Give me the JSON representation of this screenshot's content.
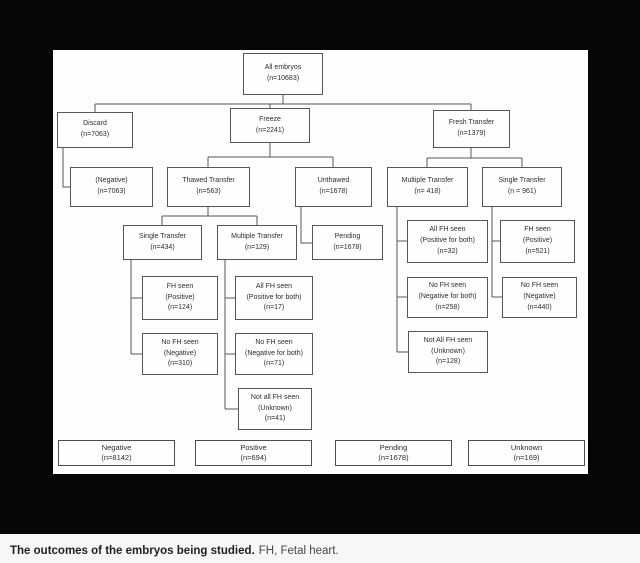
{
  "figure": {
    "caption_bold": "The outcomes of the embryos being studied.",
    "caption_regular": "FH, Fetal heart."
  },
  "flowchart": {
    "nodes": {
      "all_embryos": "All embryos\n(n=10683)",
      "discard": "Discard\n(n=7063)",
      "freeze": "Freeze\n(n=2241)",
      "fresh_transfer": "Fresh Transfer\n(n=1379)",
      "negative_discard": "(Negative)\n(n=7063)",
      "thawed_transfer": "Thawed Transfer\n(n=563)",
      "unthawed": "Unthawed\n(n=1678)",
      "multiple_transfer_fresh": "Multiple Transfer\n(n= 418)",
      "single_transfer_fresh": "Single Transfer\n(n = 961)",
      "single_transfer_thawed": "Single Transfer\n(n=434)",
      "multiple_transfer_thawed": "Multiple Transfer\n(n=129)",
      "pending_unthawed": "Pending\n(n=1678)",
      "all_fh_seen_fresh": "All FH seen\n(Positive for both)\n(n=32)",
      "fh_seen_fresh": "FH seen\n(Positive)\n(n=521)",
      "fh_seen_thawed": "FH seen\n(Positive)\n(n=124)",
      "all_fh_seen_thawed": "All FH seen\n(Positive for both)\n(n=17)",
      "no_fh_seen_fresh_multiple": "No FH seen\n(Negative for both)\n(n=258)",
      "no_fh_seen_fresh_single": "No FH seen\n(Negative)\n(n=440)",
      "no_fh_seen_thawed_single": "No FH seen\n(Negative)\n(n=310)",
      "no_fh_seen_thawed_multiple": "No FH seen\n(Negative for both)\n(n=71)",
      "not_all_fh_seen_fresh": "Not All FH seen\n(Unknown)\n(n=128)",
      "not_all_fh_seen_thawed": "Not all FH seen\n(Unknown)\n(n=41)",
      "total_negative": "Negative\n(n=8142)",
      "total_positive": "Positive\n(n=694)",
      "total_pending": "Pending\n(n=1678)",
      "total_unknown": "Unknown\n(n=169)"
    }
  }
}
